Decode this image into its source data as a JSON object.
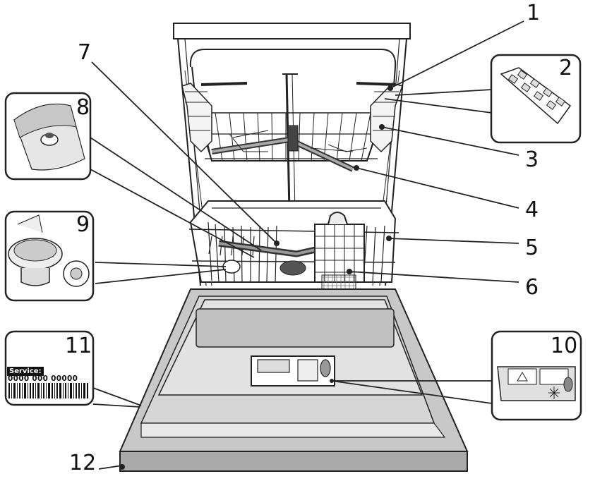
{
  "callouts": [
    {
      "number": "1"
    },
    {
      "number": "2"
    },
    {
      "number": "3"
    },
    {
      "number": "4"
    },
    {
      "number": "5"
    },
    {
      "number": "6"
    },
    {
      "number": "7"
    },
    {
      "number": "8"
    },
    {
      "number": "9"
    },
    {
      "number": "10"
    },
    {
      "number": "11"
    },
    {
      "number": "12"
    }
  ],
  "service_sticker": {
    "label": "Service:",
    "code": "0000 000 00000"
  },
  "colors": {
    "line": "#222222",
    "panel_grey": "#d9d9d9",
    "door_grey": "#c8c8c8",
    "base_grey": "#b0b0b0"
  }
}
